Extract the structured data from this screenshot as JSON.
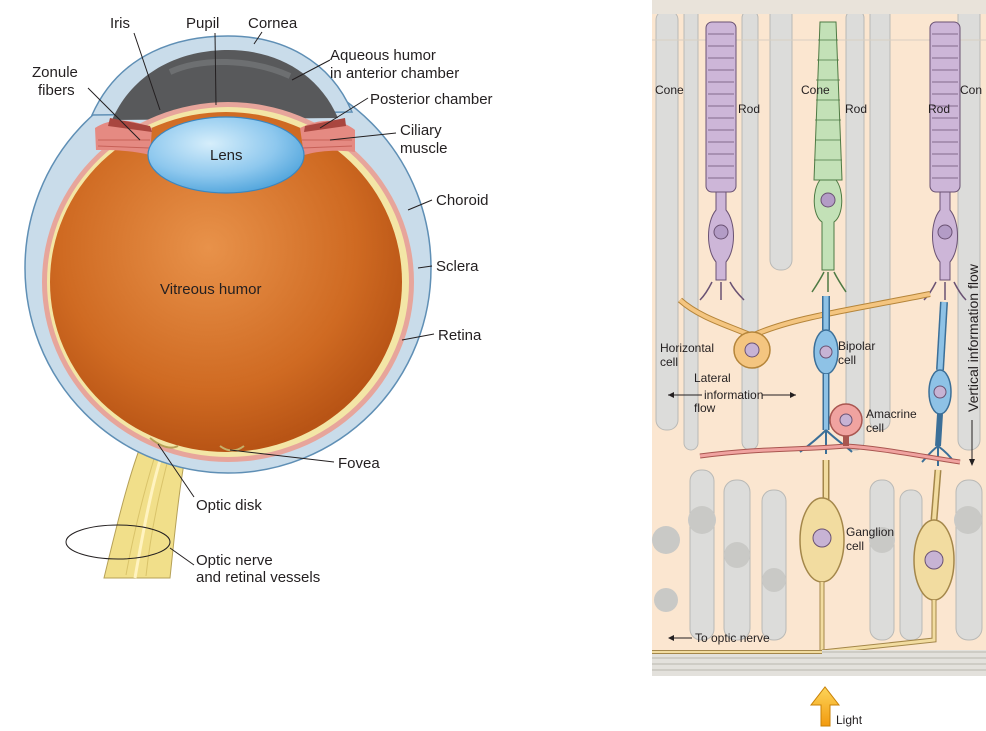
{
  "colors": {
    "sclera": "#c9dcea",
    "sclera_edge": "#6f9cc0",
    "vitreous": "#cf6a22",
    "vitreous_light": "#e89a55",
    "lens": "#8ec8ee",
    "iris": "#555a5e",
    "ciliary": "#e58a82",
    "retina_layer": "#f3e6a6",
    "nerve": "#f1df8a",
    "background_retina": "#fbe6d0",
    "rod": "#cdb6d8",
    "cone": "#c3e1b7",
    "bipolar": "#8ec2e6",
    "horizontal": "#f4c580",
    "amacrine": "#f0a3a0",
    "ganglion": "#f2dca0",
    "light_arrow": "#f7b81c",
    "support_cells": "#d9d9d6"
  },
  "eye": {
    "labels": {
      "iris": "Iris",
      "pupil": "Pupil",
      "cornea": "Cornea",
      "aqueous_1": "Aqueous humor",
      "aqueous_2": "in anterior chamber",
      "zonule_1": "Zonule",
      "zonule_2": "fibers",
      "posterior": "Posterior chamber",
      "ciliary_1": "Ciliary",
      "ciliary_2": "muscle",
      "lens": "Lens",
      "choroid": "Choroid",
      "sclera": "Sclera",
      "vitreous": "Vitreous humor",
      "retina": "Retina",
      "fovea": "Fovea",
      "optic_disk": "Optic disk",
      "optic_nerve_1": "Optic nerve",
      "optic_nerve_2": "and retinal vessels"
    }
  },
  "retina": {
    "labels": {
      "cone_left": "Cone",
      "rod_1": "Rod",
      "cone_mid": "Cone",
      "rod_2": "Rod",
      "rod_3": "Rod",
      "cone_right": "Con",
      "horizontal_1": "Horizontal",
      "horizontal_2": "cell",
      "bipolar_1": "Bipolar",
      "bipolar_2": "cell",
      "lateral_1": "Lateral",
      "lateral_2": "information",
      "lateral_3": "flow",
      "amacrine_1": "Amacrine",
      "amacrine_2": "cell",
      "ganglion_1": "Ganglion",
      "ganglion_2": "cell",
      "vertical_flow": "Vertical information flow",
      "to_optic_nerve": "To optic nerve",
      "light": "Light"
    }
  }
}
